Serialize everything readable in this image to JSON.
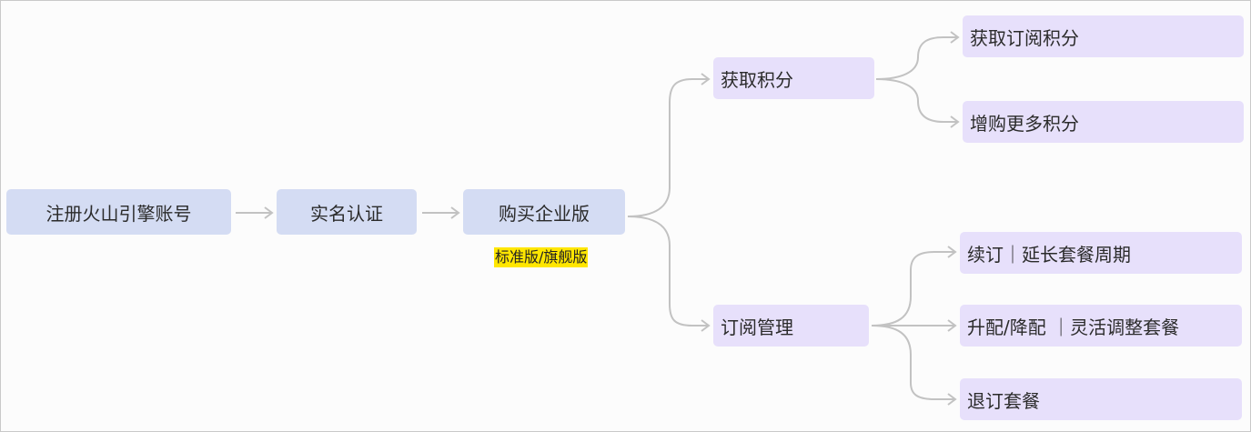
{
  "flow": {
    "step1": "注册火山引擎账号",
    "step2": "实名认证",
    "step3": "购买企业版",
    "step3_tag": "标准版/旗舰版"
  },
  "branches": {
    "points": {
      "label": "获取积分",
      "children": [
        "获取订阅积分",
        "增购更多积分"
      ]
    },
    "subscription": {
      "label": "订阅管理",
      "children": [
        "续订｜延长套餐周期",
        "升配/降配 ｜灵活调整套餐",
        "退订套餐"
      ]
    }
  },
  "colors": {
    "main_node": "#d4dcf3",
    "leaf_node": "#e7e0fb",
    "connector": "#c2c2c2",
    "tag_highlight": "#ffe600"
  }
}
